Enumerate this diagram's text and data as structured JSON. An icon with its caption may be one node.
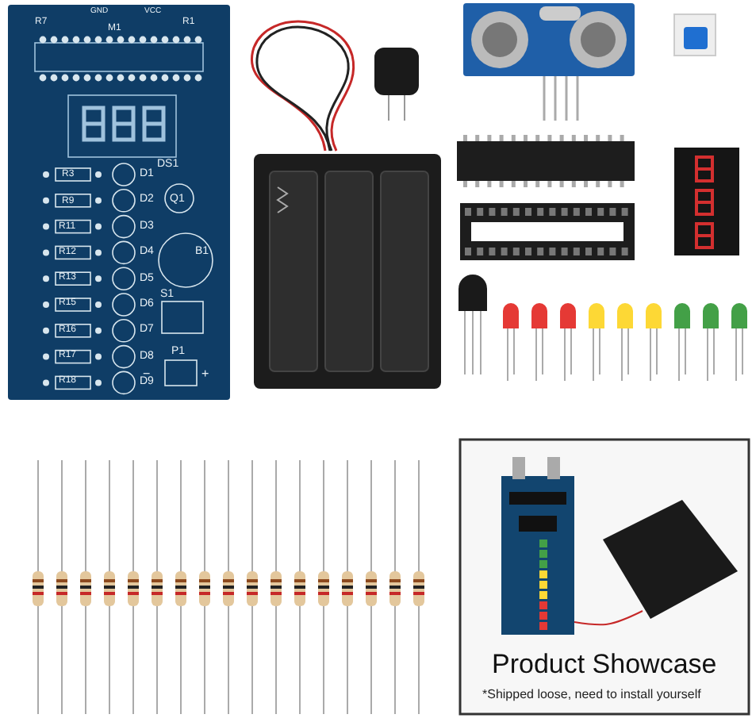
{
  "diagram": {
    "labels": [
      "GND",
      "VCC",
      "R7",
      "M1",
      "R1",
      "DS1",
      "R3",
      "D1",
      "Q1",
      "R9",
      "D2",
      "R11",
      "D3",
      "R12",
      "D4",
      "B1",
      "R13",
      "D5",
      "R15",
      "D6",
      "S1",
      "R16",
      "D7",
      "R17",
      "D8",
      "P1",
      "R18",
      "−",
      "D9",
      "+",
      "Product Showcase",
      "*Shipped loose, need to install yourself"
    ]
  }
}
